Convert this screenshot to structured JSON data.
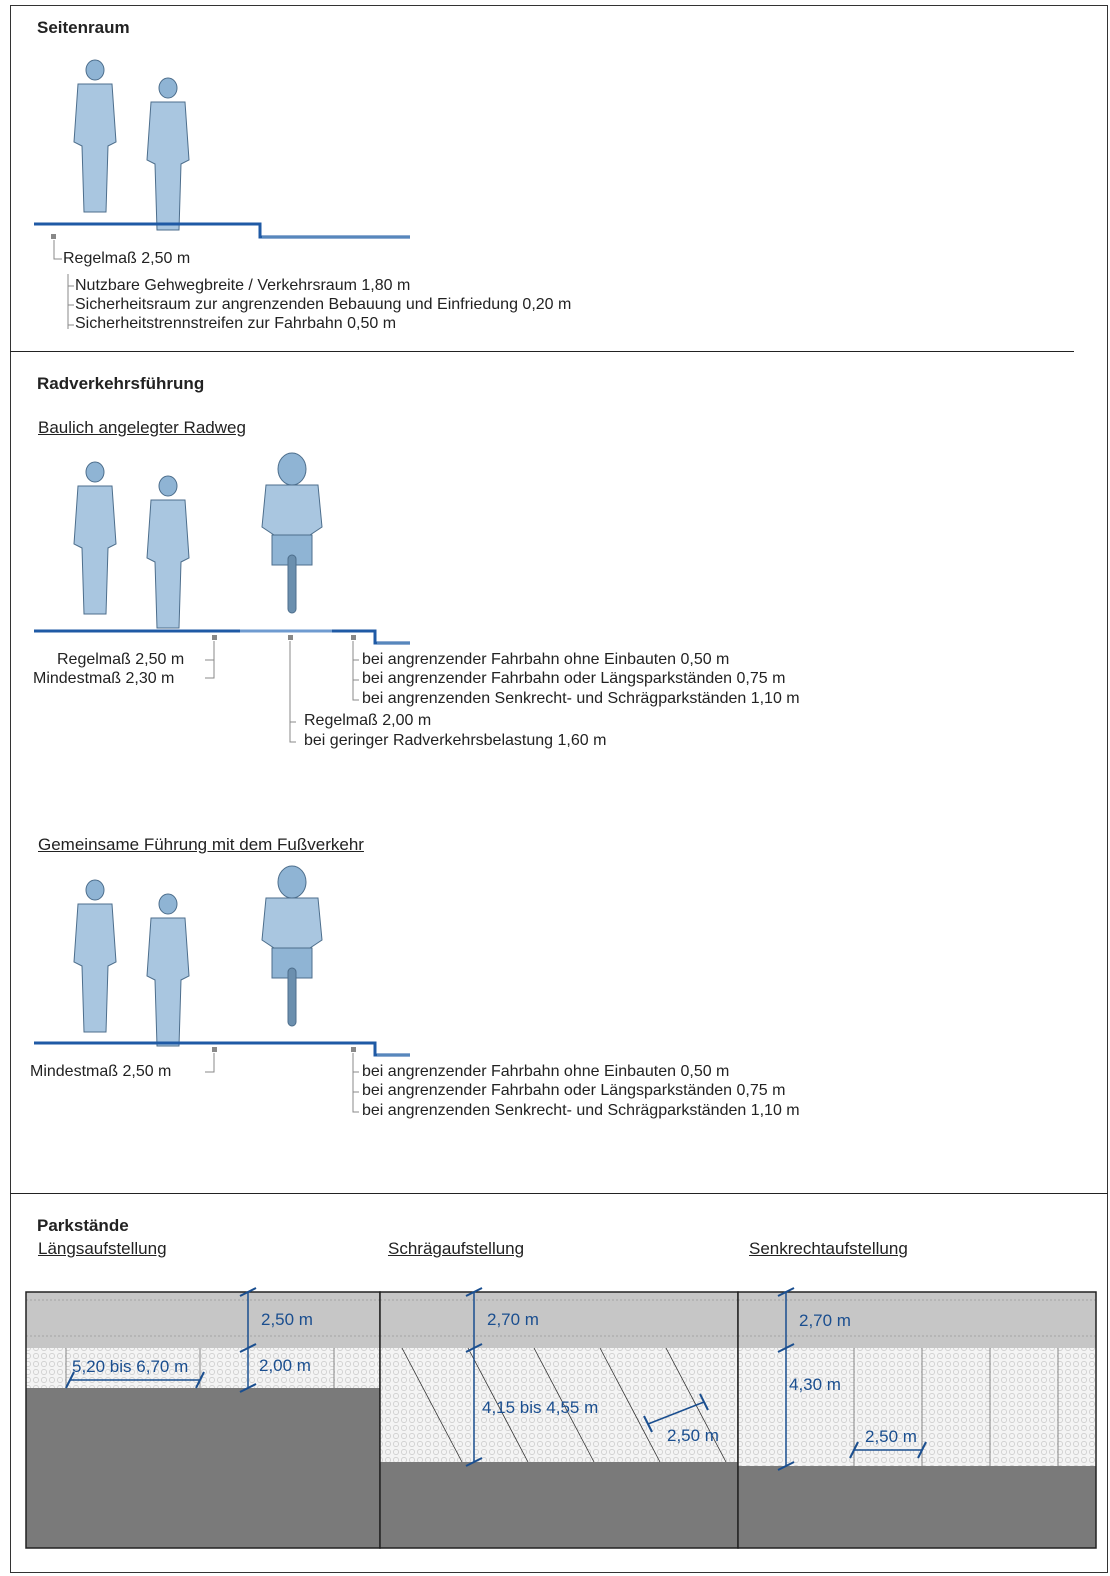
{
  "section1": {
    "heading": "Seitenraum",
    "regel": "Regelmaß 2,50 m",
    "items": [
      "Nutzbare Gehwegbreite / Verkehrsraum 1,80 m",
      "Sicherheitsraum zur angrenzenden Bebauung und Einfriedung 0,20 m",
      "Sicherheitstrennstreifen zur Fahrbahn 0,50 m"
    ]
  },
  "section2": {
    "heading": "Radverkehrsführung",
    "sub1": {
      "title": "Baulich angelegter Radweg",
      "left": [
        "Regelmaß 2,50 m",
        "Mindestmaß 2,30 m"
      ],
      "middle": [
        "Regelmaß 2,00 m",
        "bei geringer Radverkehrsbelastung 1,60 m"
      ],
      "right": [
        "bei angrenzender Fahrbahn ohne Einbauten 0,50 m",
        "bei angrenzender Fahrbahn oder Längsparkständen 0,75 m",
        "bei angrenzenden Senkrecht- und Schrägparkständen 1,10 m"
      ]
    },
    "sub2": {
      "title": "Gemeinsame Führung mit dem Fußverkehr",
      "left": "Mindestmaß 2,50 m",
      "right": [
        "bei angrenzender Fahrbahn ohne Einbauten 0,50 m",
        "bei angrenzender Fahrbahn oder Längsparkständen 0,75 m",
        "bei angrenzenden Senkrecht- und Schrägparkständen 1,10 m"
      ]
    }
  },
  "section3": {
    "heading": "Parkstände",
    "laengs": {
      "title": "Längsaufstellung",
      "d1": "2,50 m",
      "d2": "2,00 m",
      "d3": "5,20 bis 6,70 m"
    },
    "schraeg": {
      "title": "Schrägaufstellung",
      "d1": "2,70 m",
      "d2": "4,15 bis 4,55 m",
      "d3": "2,50 m"
    },
    "senkrecht": {
      "title": "Senkrechtaufstellung",
      "d1": "2,70 m",
      "d2": "4,30 m",
      "d3": "2,50 m"
    }
  },
  "colors": {
    "accent_blue": "#1a4e8f",
    "line_blue": "#1f5aa5",
    "light_blue": "#6f9bd0",
    "figure_blue": "#8fb4d4"
  }
}
